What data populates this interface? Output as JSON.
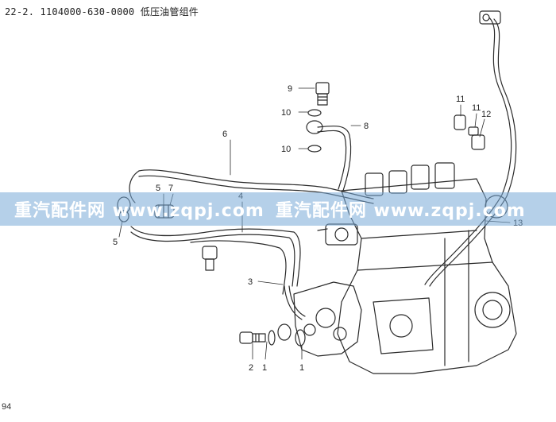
{
  "header": {
    "title": "22-2. 1104000-630-0000 低压油管组件"
  },
  "page": {
    "number": "94"
  },
  "callouts": [
    "1",
    "1",
    "2",
    "3",
    "4",
    "5",
    "5",
    "6",
    "7",
    "8",
    "9",
    "10",
    "10",
    "11",
    "11",
    "12",
    "13"
  ],
  "watermark": {
    "text_1": "重汽配件网  www.zqpj.com",
    "text_2": "重汽配件网  www.zqpj.com"
  }
}
